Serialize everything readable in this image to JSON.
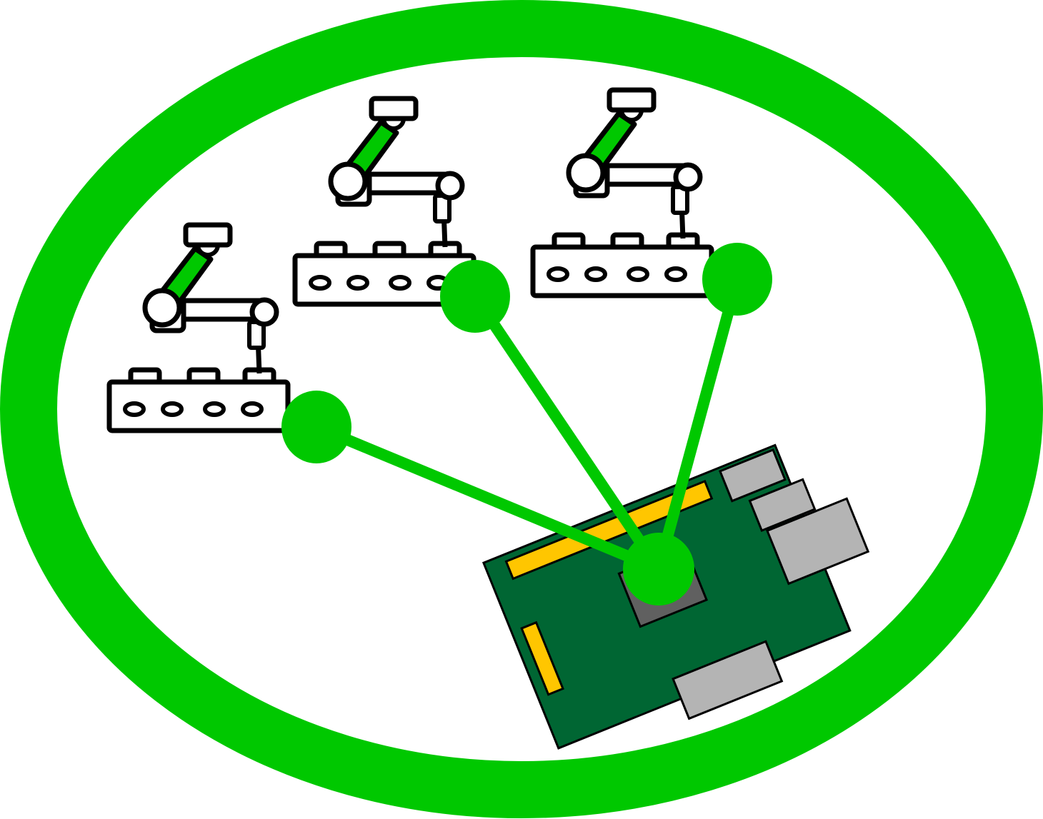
{
  "diagram": {
    "colors": {
      "accent_green": "#00c800",
      "outline": "#000000",
      "background": "#ffffff",
      "board_green": "#006633",
      "pin_header_yellow": "#ffc600",
      "port_gray": "#b4b4b4",
      "chip_gray": "#606060"
    },
    "nodes": [
      {
        "id": "machine-left",
        "icon": "robot-arm-conveyor-icon"
      },
      {
        "id": "machine-middle",
        "icon": "robot-arm-conveyor-icon"
      },
      {
        "id": "machine-right",
        "icon": "robot-arm-conveyor-icon"
      },
      {
        "id": "hub",
        "icon": "single-board-computer-icon"
      }
    ],
    "edges": [
      {
        "from": "machine-left",
        "to": "hub"
      },
      {
        "from": "machine-middle",
        "to": "hub"
      },
      {
        "from": "machine-right",
        "to": "hub"
      }
    ]
  }
}
